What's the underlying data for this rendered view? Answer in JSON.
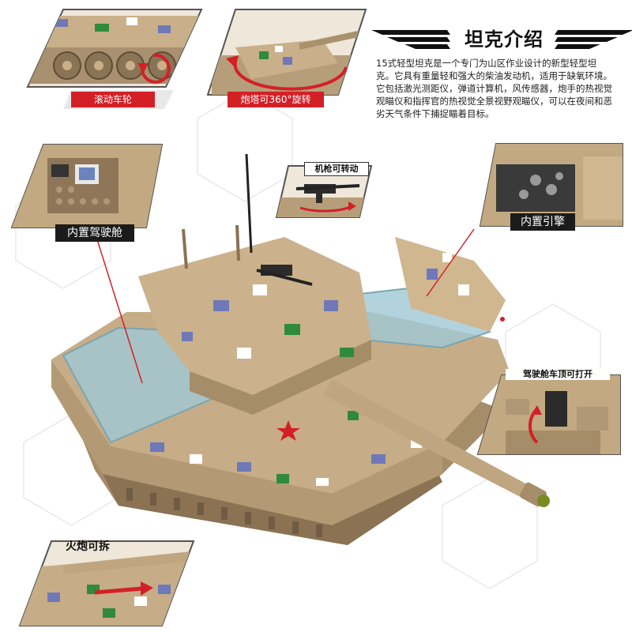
{
  "header": {
    "title": "坦克介绍",
    "description": "15式轻型坦克是一个专门为山区作业设计的新型轻型坦克。它具有重量轻和强大的柴油发动机，适用于缺氧环境。它包括激光测距仪，弹道计算机，风传感器，炮手的热视觉观瞄仪和指挥官的热视觉全景视野观瞄仪，可以在夜间和恶劣天气条件下捕捉瞄着目标。"
  },
  "callouts": {
    "wheels": "滚动车轮",
    "turret": "炮塔可360°旋转",
    "machine_gun": "机枪可转动",
    "cockpit": "内置驾驶舱",
    "engine": "内置引擎",
    "hatch": "驾驶舱车顶可打开",
    "cannon": "火炮可拆"
  },
  "colors": {
    "accent_red": "#d32027",
    "tan": "#c9b08a",
    "tan_dark": "#9c8462",
    "camo_blue": "#6f78b8",
    "camo_green": "#2f8a3c",
    "glass": "#9fc8d6"
  }
}
